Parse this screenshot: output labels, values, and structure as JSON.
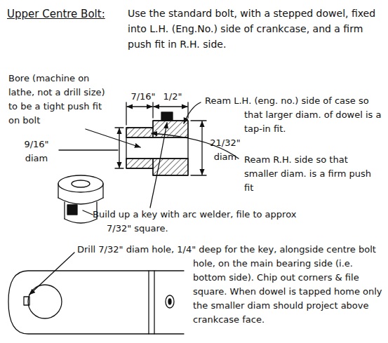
{
  "diagram": {
    "title": "Upper Centre Bolt:",
    "labels": [
      "Use the standard bolt, with a stepped dowel, fixed into L.H. (Eng.No.) side of crankcase, and a firm push fit in R.H. side.",
      "Bore (machine on lathe, not a drill size) to be a tight push fit on bolt",
      "7/16\"",
      "1/2\"",
      "9/16\" diam",
      "21/32\" diam",
      "Ream L.H. (eng. no.) side of case so that larger diam. of dowel is a tap-in fit.",
      "Ream R.H. side so that smaller diam. is a firm push fit",
      "Build up a key with arc welder, file to approx 7/32\" square.",
      "Drill 7/32\" diam hole, 1/4\" deep for the key, alongside centre bolt hole, on the main bearing side (i.e. bottom side). Chip out corners & file square. When dowel is tapped home only the smaller diam should project above crankcase face."
    ]
  }
}
